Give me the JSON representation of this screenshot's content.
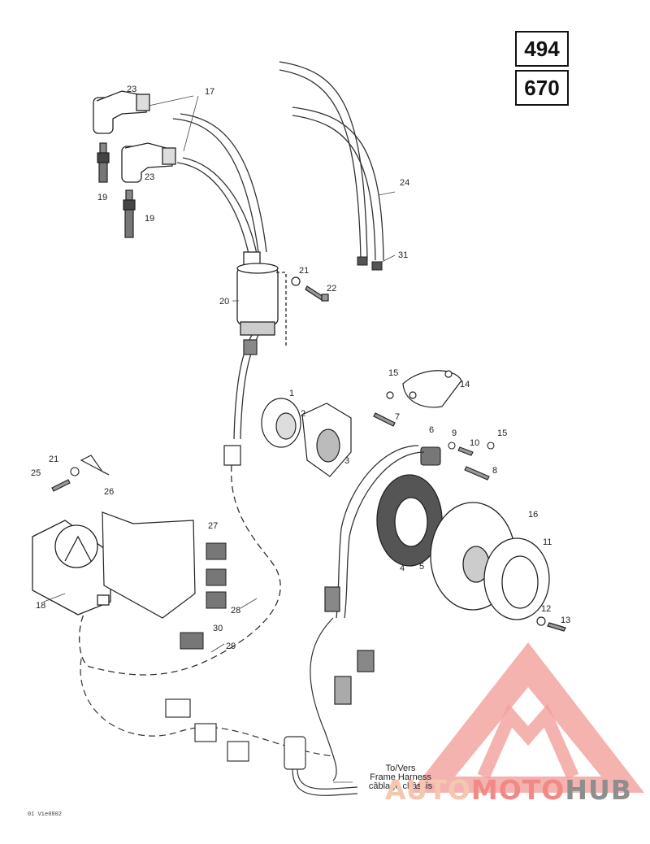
{
  "models": [
    "494",
    "670"
  ],
  "destination": {
    "line1": "To/Vers",
    "line2": "Frame Harness",
    "line3": "câblage châssis"
  },
  "drawing_code": "01 Vie0802",
  "watermark": {
    "part1": "AUTO",
    "part2": "MOTO",
    "part3": "HUB"
  },
  "callouts": [
    "1",
    "2",
    "3",
    "4",
    "5",
    "6",
    "7",
    "8",
    "9",
    "10",
    "11",
    "12",
    "13",
    "14",
    "15",
    "15",
    "16",
    "17",
    "18",
    "19",
    "19",
    "20",
    "21",
    "21",
    "22",
    "23",
    "23",
    "24",
    "25",
    "26",
    "27",
    "28",
    "29",
    "30",
    "31"
  ],
  "colors": {
    "ink": "#222222",
    "watermark_red": "#f08a86",
    "watermark_gray": "#8e8e8e"
  }
}
